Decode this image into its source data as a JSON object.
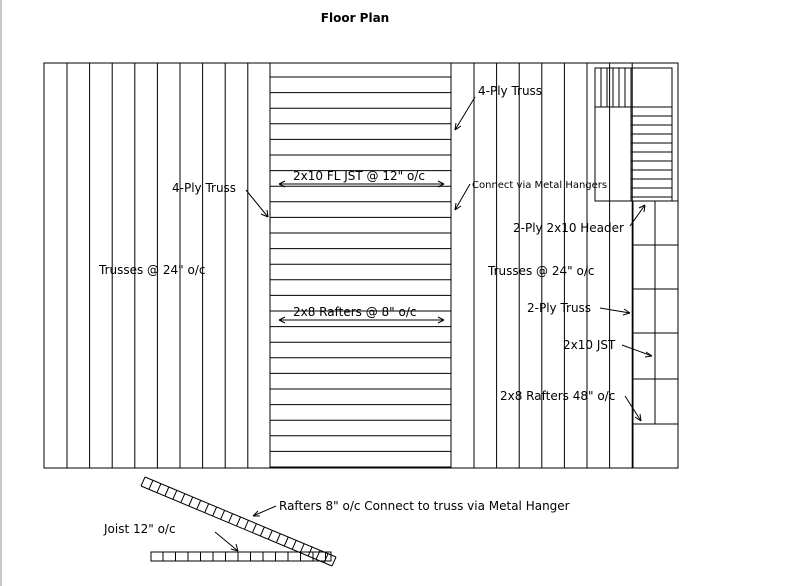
{
  "title": "Floor Plan",
  "labels": {
    "four_ply_truss_top": "4-Ply Truss",
    "four_ply_truss_left": "4-Ply Truss",
    "fl_jst": "2x10 FL JST @ 12\" o/c",
    "metal_hangers": "Connect via Metal Hangers",
    "header": "2-Ply 2x10 Header",
    "trusses_left": "Trusses @ 24\" o/c",
    "trusses_right": "Trusses @ 24\" o/c",
    "rafters_8": "2x8 Rafters @ 8\" o/c",
    "two_ply_truss": "2-Ply Truss",
    "jst_2x10": "2x10 JST",
    "rafters_48": "2x8 Rafters 48\" o/c",
    "rafters_connect": "Rafters 8\" o/c Connect to truss via Metal Hanger",
    "joist_12": "Joist 12\" o/c"
  },
  "colors": {
    "line": "#000000",
    "background": "#ffffff",
    "page_edge": "#c8c8c8"
  }
}
